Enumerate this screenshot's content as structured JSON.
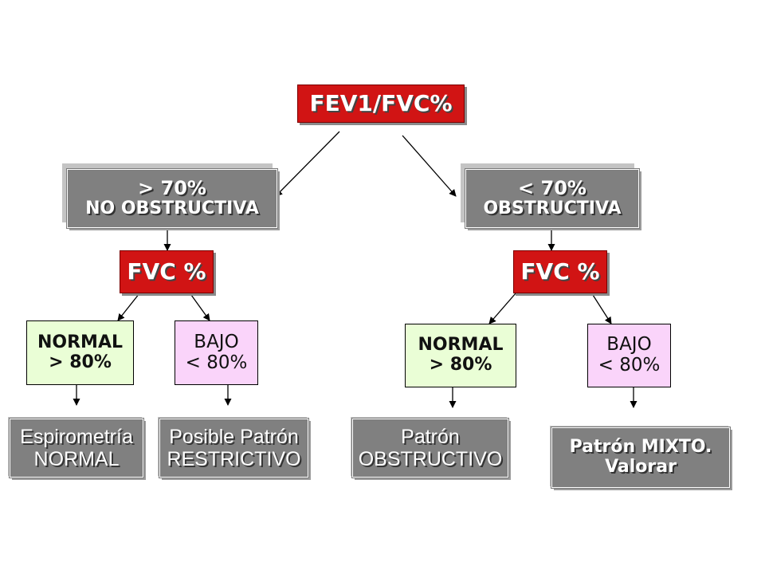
{
  "root": {
    "label": "FEV1/FVC%"
  },
  "left": {
    "branch": {
      "line1": "> 70%",
      "line2": "NO OBSTRUCTIVA"
    },
    "fvc": {
      "label": "FVC %"
    },
    "normal": {
      "line1": "NORMAL",
      "line2": "> 80%"
    },
    "bajo": {
      "line1": "BAJO",
      "line2": "< 80%"
    },
    "result_normal": {
      "line1": "Espirometría",
      "line2": "NORMAL"
    },
    "result_bajo": {
      "line1": "Posible Patrón",
      "line2": "RESTRICTIVO"
    }
  },
  "right": {
    "branch": {
      "line1": "< 70%",
      "line2": "OBSTRUCTIVA"
    },
    "fvc": {
      "label": "FVC %"
    },
    "normal": {
      "line1": "NORMAL",
      "line2": "> 80%"
    },
    "bajo": {
      "line1": "BAJO",
      "line2": "< 80%"
    },
    "result_normal": {
      "line1": "Patrón",
      "line2": "OBSTRUCTIVO"
    },
    "result_bajo": {
      "line1": "Patrón MIXTO.",
      "line2": "Valorar"
    }
  },
  "colors": {
    "red": "#d11414",
    "grey": "#808080",
    "green_fill": "#eafed6",
    "pink_fill": "#fad4fa"
  }
}
